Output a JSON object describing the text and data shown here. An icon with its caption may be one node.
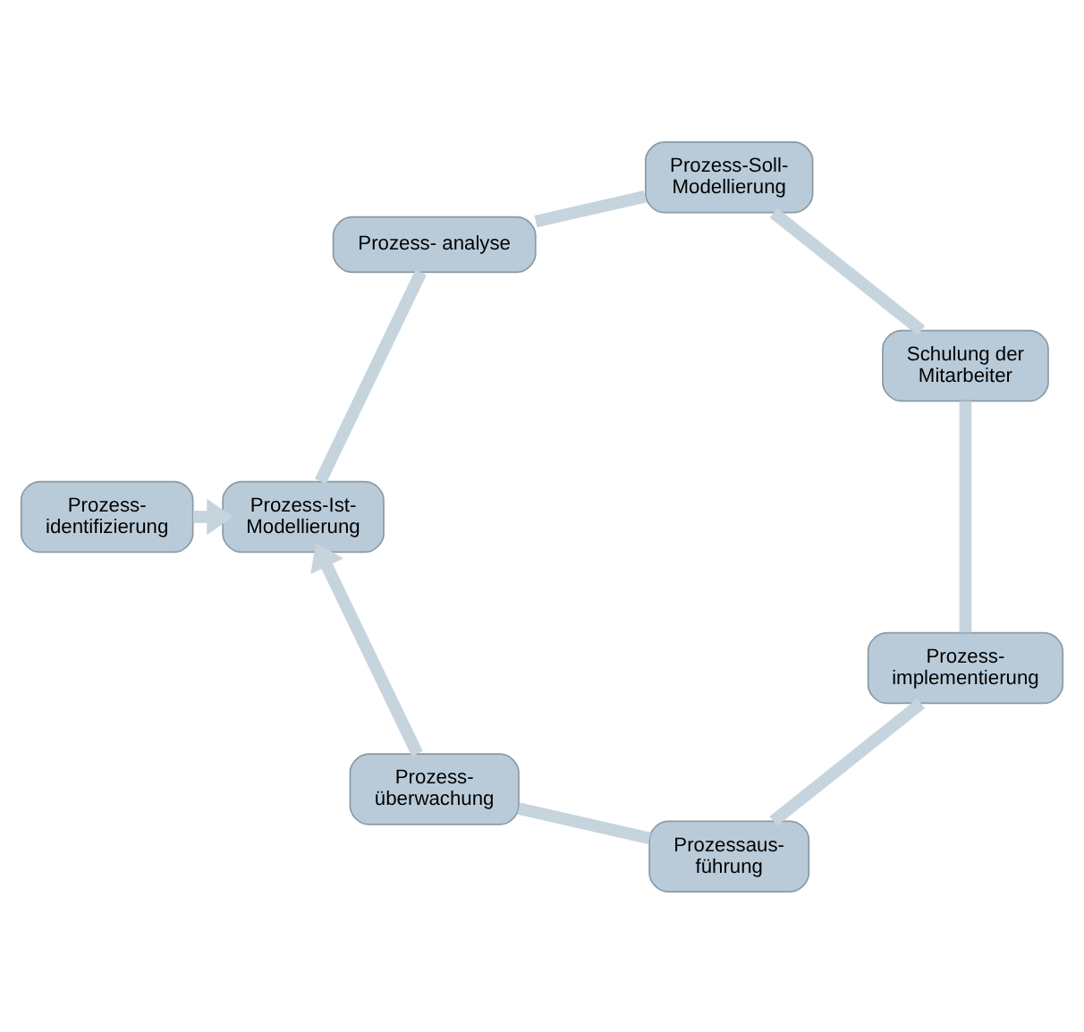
{
  "diagram": {
    "nodes": [
      {
        "text": [
          "Prozess- identifizierung"
        ]
      },
      {
        "text": [
          "Prozess-Ist- Modellierung"
        ]
      },
      {
        "text": [
          "Prozess- analyse"
        ]
      },
      {
        "text": [
          "Prozess-Soll- Modellierung"
        ]
      },
      {
        "text": [
          "Schulung der Mitarbeiter"
        ]
      },
      {
        "text": [
          "Prozess- implementierung"
        ]
      },
      {
        "text": [
          "Prozessaus- führung"
        ]
      },
      {
        "text": [
          "Prozess- überwachung"
        ]
      }
    ],
    "edges": [
      {
        "from": 0,
        "to": 1,
        "arrow": "to"
      },
      {
        "from": 1,
        "to": 2,
        "arrow": "none"
      },
      {
        "from": 2,
        "to": 3,
        "arrow": "none"
      },
      {
        "from": 3,
        "to": 4,
        "arrow": "none"
      },
      {
        "from": 4,
        "to": 5,
        "arrow": "none"
      },
      {
        "from": 5,
        "to": 6,
        "arrow": "none"
      },
      {
        "from": 6,
        "to": 7,
        "arrow": "none"
      },
      {
        "from": 7,
        "to": 1,
        "arrow": "to"
      }
    ]
  }
}
